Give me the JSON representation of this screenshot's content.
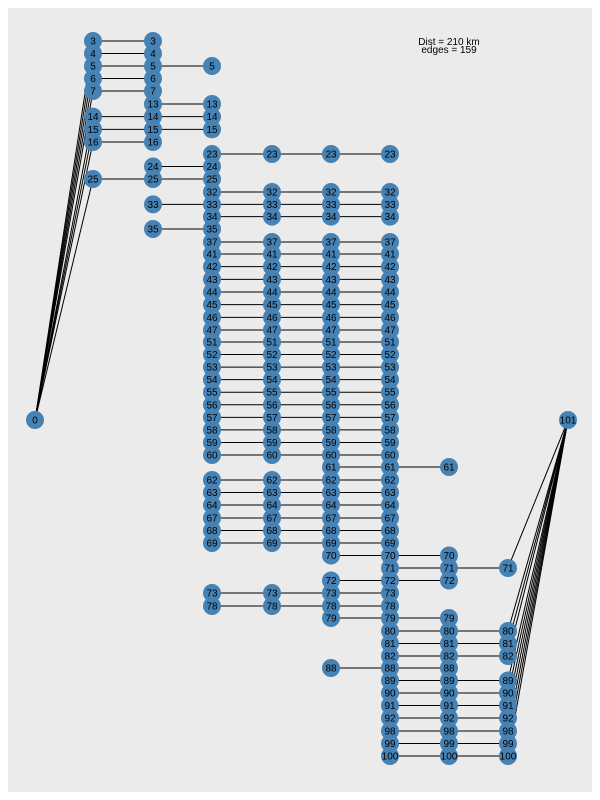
{
  "header": {
    "line1": "Dist = 210 km",
    "line2": "edges = 159"
  },
  "colors": {
    "background": "#ebebeb",
    "node": "#4682b4",
    "edge": "#000000",
    "label": "#000000"
  },
  "graph": {
    "source_label": "0",
    "sink_label": "101",
    "columns": [
      [
        "3",
        "4",
        "5",
        "6",
        "7",
        "14",
        "15",
        "16",
        "25"
      ],
      [
        "3",
        "4",
        "5",
        "6",
        "7",
        "13",
        "14",
        "15",
        "16",
        "24",
        "25",
        "33",
        "35"
      ],
      [
        "5",
        "13",
        "14",
        "15",
        "23",
        "24",
        "25",
        "32",
        "33",
        "34",
        "35",
        "37",
        "41",
        "42",
        "43",
        "44",
        "45",
        "46",
        "47",
        "51",
        "52",
        "53",
        "54",
        "55",
        "56",
        "57",
        "58",
        "59",
        "60",
        "62",
        "63",
        "64",
        "67",
        "68",
        "69",
        "73",
        "78"
      ],
      [
        "23",
        "32",
        "33",
        "34",
        "37",
        "41",
        "42",
        "43",
        "44",
        "45",
        "46",
        "47",
        "51",
        "52",
        "53",
        "54",
        "55",
        "56",
        "57",
        "58",
        "59",
        "60",
        "62",
        "63",
        "64",
        "67",
        "68",
        "69",
        "73",
        "78"
      ],
      [
        "23",
        "32",
        "33",
        "34",
        "37",
        "41",
        "42",
        "43",
        "44",
        "45",
        "46",
        "47",
        "51",
        "52",
        "53",
        "54",
        "55",
        "56",
        "57",
        "58",
        "59",
        "60",
        "61",
        "62",
        "63",
        "64",
        "67",
        "68",
        "69",
        "70",
        "72",
        "73",
        "78",
        "79",
        "88"
      ],
      [
        "23",
        "32",
        "33",
        "34",
        "37",
        "41",
        "42",
        "43",
        "44",
        "45",
        "46",
        "47",
        "51",
        "52",
        "53",
        "54",
        "55",
        "56",
        "57",
        "58",
        "59",
        "60",
        "61",
        "62",
        "63",
        "64",
        "67",
        "68",
        "69",
        "70",
        "71",
        "72",
        "73",
        "78",
        "79",
        "80",
        "81",
        "82",
        "88",
        "89",
        "90",
        "91",
        "92",
        "98",
        "99",
        "100"
      ],
      [
        "61",
        "70",
        "71",
        "72",
        "79",
        "80",
        "81",
        "82",
        "88",
        "89",
        "90",
        "91",
        "92",
        "98",
        "99",
        "100"
      ],
      [
        "71",
        "80",
        "81",
        "82",
        "89",
        "90",
        "91",
        "92",
        "98",
        "99",
        "100"
      ]
    ]
  }
}
